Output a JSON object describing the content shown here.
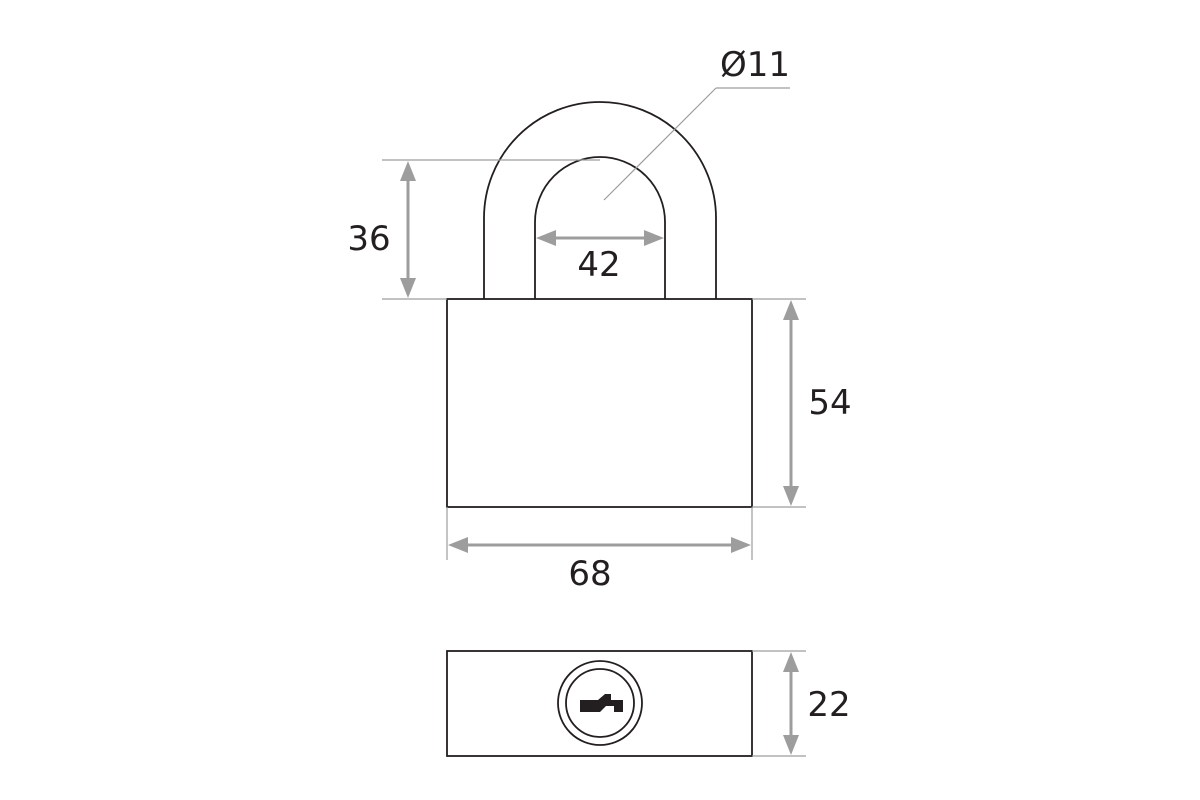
{
  "dimensions": {
    "shackle_diameter": "Ø11",
    "shackle_height": "36",
    "shackle_inner_width": "42",
    "body_height": "54",
    "body_width": "68",
    "body_thickness": "22"
  },
  "colors": {
    "outline": "#231f20",
    "dimension_line": "#9d9d9d",
    "background": "#ffffff"
  }
}
